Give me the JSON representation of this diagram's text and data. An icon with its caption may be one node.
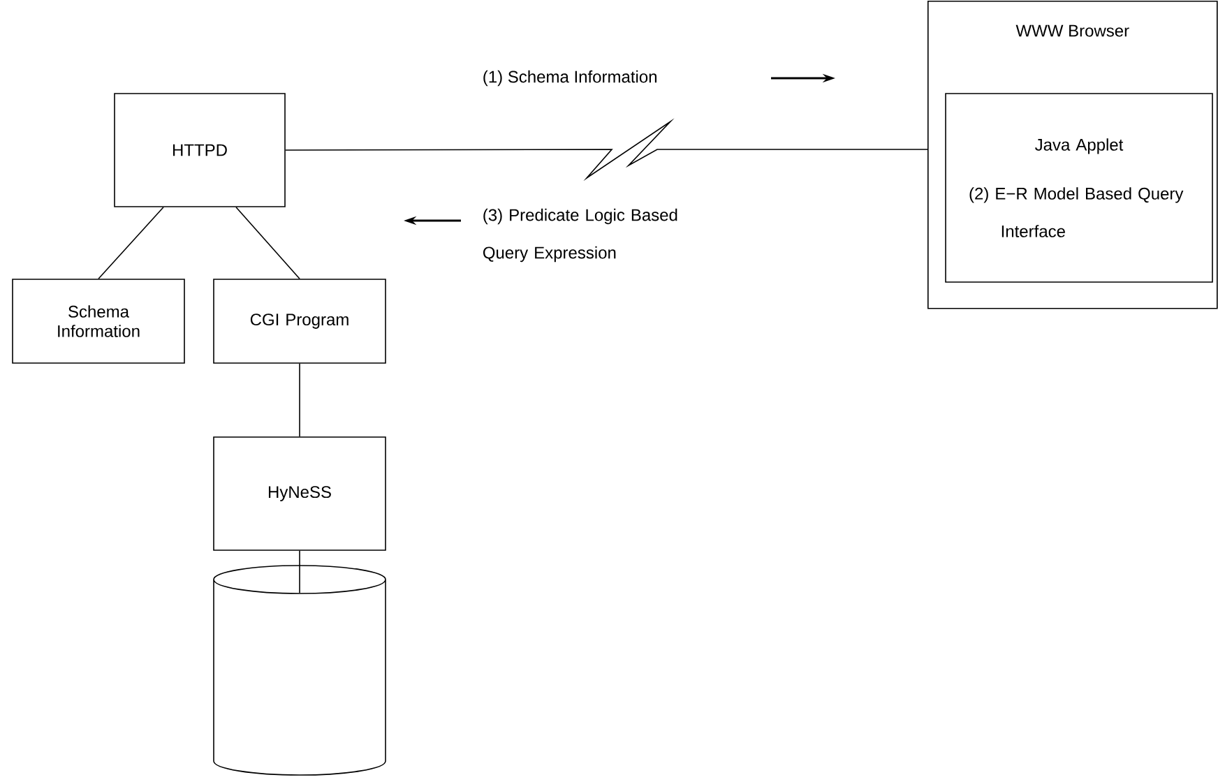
{
  "diagram": {
    "nodes": [
      {
        "text": [
          "HTTPD"
        ]
      },
      {
        "text": [
          "Schema Information"
        ]
      },
      {
        "text": [
          "CGI Program"
        ]
      },
      {
        "text": [
          "HyNeSS"
        ]
      },
      {
        "text": [],
        "shape": "cylinder"
      },
      {
        "text": [
          "WWW Browser"
        ]
      },
      {
        "text": [
          "Java Applet",
          "(2) E−R Model Based Query Interface"
        ],
        "in": 5
      }
    ],
    "edges": [
      {
        "from": 0,
        "to": 1,
        "arrow": "none"
      },
      {
        "from": 0,
        "to": 2,
        "arrow": "none"
      },
      {
        "from": 2,
        "to": 3,
        "arrow": "none"
      },
      {
        "from": 3,
        "to": 4,
        "arrow": "none"
      },
      {
        "from": 0,
        "to": 5,
        "arrow": "none"
      }
    ],
    "labels": [
      "(1) Schema Information",
      "(3) Predicate Logic Based Query Expression"
    ]
  }
}
